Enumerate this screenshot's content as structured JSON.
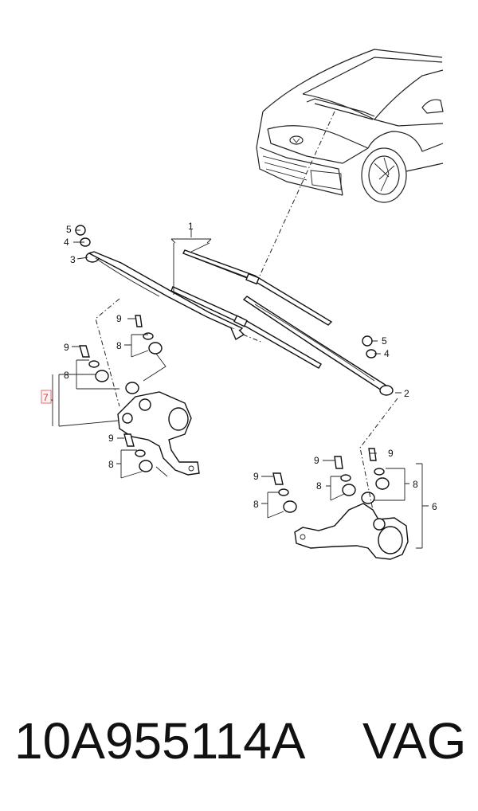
{
  "diagram": {
    "callouts": {
      "c1": "1",
      "c2": "2",
      "c3": "3",
      "c4a": "4",
      "c4b": "4",
      "c5a": "5",
      "c5b": "5",
      "c6": "6",
      "c7": "7",
      "c8a": "8",
      "c8b": "8",
      "c8c": "8",
      "c8d": "8",
      "c8e": "8",
      "c8f": "8",
      "c9a": "9",
      "c9b": "9",
      "c9c": "9",
      "c9d": "9",
      "c9e": "9",
      "c9f": "9"
    },
    "highlight_color": "#e07070"
  },
  "footer": {
    "part_number": "10A955114A",
    "brand": "VAG"
  }
}
